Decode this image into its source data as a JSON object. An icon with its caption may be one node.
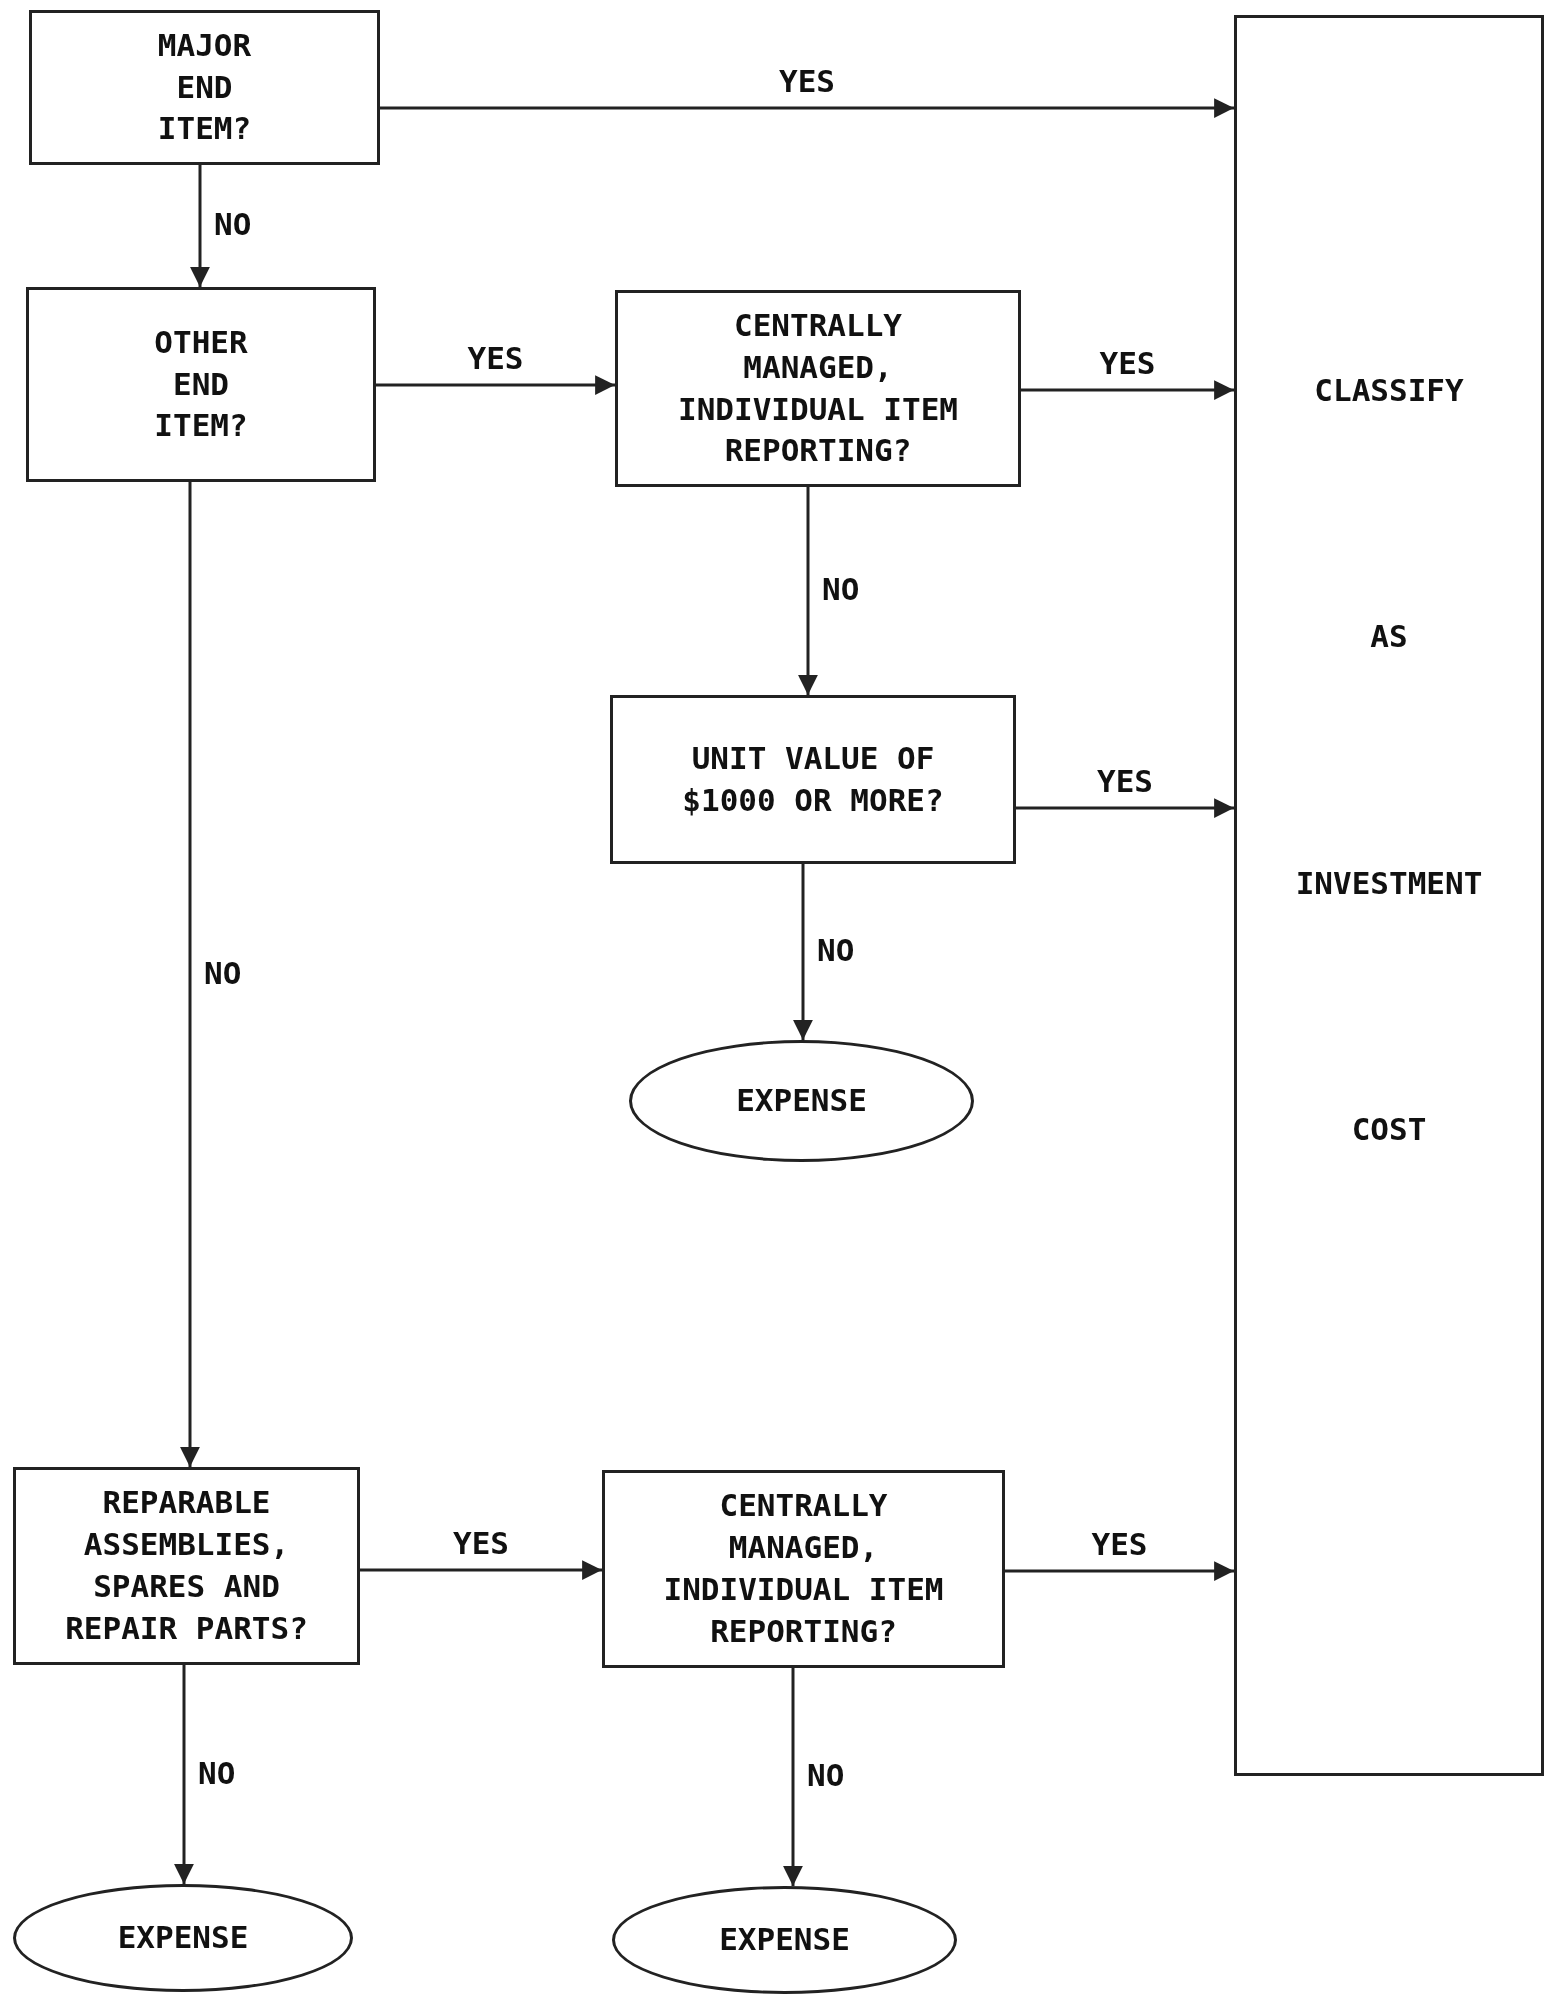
{
  "diagram": {
    "nodes": [
      {
        "text": [
          "MAJOR END ITEM?"
        ]
      },
      {
        "text": [
          "OTHER END ITEM?"
        ]
      },
      {
        "text": [
          "CENTRALLY MANAGED, INDIVIDUAL ITEM REPORTING?"
        ]
      },
      {
        "text": [
          "UNIT VALUE OF $1000 OR MORE?"
        ]
      },
      {
        "text": [
          "EXPENSE"
        ]
      },
      {
        "text": [
          "REPARABLE ASSEMBLIES, SPARES AND REPAIR PARTS?"
        ]
      },
      {
        "text": [
          "CENTRALLY MANAGED, INDIVIDUAL ITEM REPORTING?"
        ]
      },
      {
        "text": [
          "EXPENSE"
        ]
      },
      {
        "text": [
          "EXPENSE"
        ]
      },
      {
        "text": [
          "CLASSIFY",
          "AS",
          "INVESTMENT",
          "COST"
        ]
      }
    ],
    "edges": [
      {
        "from": 0,
        "to": 9,
        "arrow": "to",
        "label": "YES"
      },
      {
        "from": 0,
        "to": 1,
        "arrow": "to",
        "label": "NO"
      },
      {
        "from": 1,
        "to": 2,
        "arrow": "to",
        "label": "YES"
      },
      {
        "from": 2,
        "to": 9,
        "arrow": "to",
        "label": "YES"
      },
      {
        "from": 2,
        "to": 3,
        "arrow": "to",
        "label": "NO"
      },
      {
        "from": 3,
        "to": 9,
        "arrow": "to",
        "label": "YES"
      },
      {
        "from": 3,
        "to": 4,
        "arrow": "to",
        "label": "NO"
      },
      {
        "from": 1,
        "to": 5,
        "arrow": "to",
        "label": "NO"
      },
      {
        "from": 5,
        "to": 6,
        "arrow": "to",
        "label": "YES"
      },
      {
        "from": 6,
        "to": 9,
        "arrow": "to",
        "label": "YES"
      },
      {
        "from": 5,
        "to": 7,
        "arrow": "to",
        "label": "NO"
      },
      {
        "from": 6,
        "to": 8,
        "arrow": "to",
        "label": "NO"
      }
    ]
  }
}
